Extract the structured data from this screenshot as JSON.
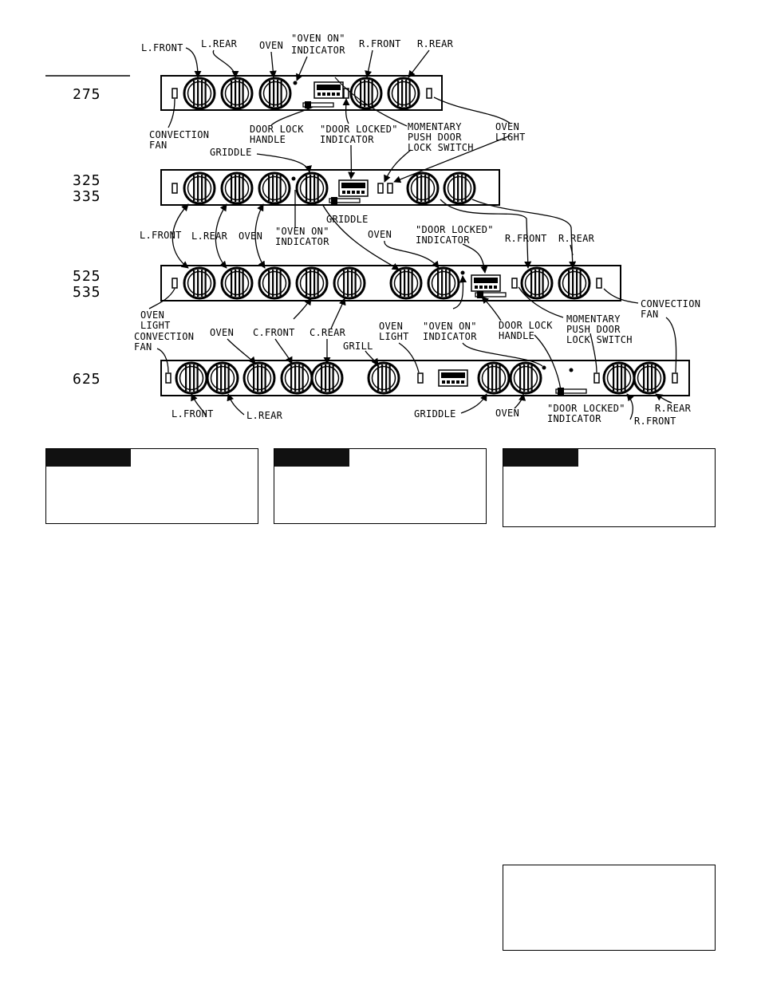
{
  "models": [
    {
      "id": "275",
      "lines": [
        "275"
      ]
    },
    {
      "id": "325",
      "lines": [
        "325",
        "335"
      ]
    },
    {
      "id": "525",
      "lines": [
        "525",
        "535"
      ]
    },
    {
      "id": "625",
      "lines": [
        "625"
      ]
    }
  ],
  "labels": {
    "l_front": "L.FRONT",
    "l_rear": "L.REAR",
    "oven": "OVEN",
    "oven_on_1": "\"OVEN ON\"",
    "indicator": "INDICATOR",
    "r_front": "R.FRONT",
    "r_rear": "R.REAR",
    "convection": "CONVECTION",
    "fan": "FAN",
    "door_lock": "DOOR LOCK",
    "handle": "HANDLE",
    "door_locked": "\"DOOR LOCKED\"",
    "momentary": "MOMENTARY",
    "push_door": "PUSH DOOR",
    "lock_switch": "LOCK SWITCH",
    "oven_w": "OVEN",
    "light": "LIGHT",
    "griddle": "GRIDDLE",
    "c_front": "C.FRONT",
    "c_rear": "C.REAR",
    "grill": "GRILL"
  },
  "notes": [
    {
      "id": "note-1",
      "header": "",
      "body": ""
    },
    {
      "id": "note-2",
      "header": "",
      "body": ""
    },
    {
      "id": "note-3",
      "header": "",
      "body": ""
    },
    {
      "id": "note-4",
      "header": "",
      "body": ""
    }
  ]
}
